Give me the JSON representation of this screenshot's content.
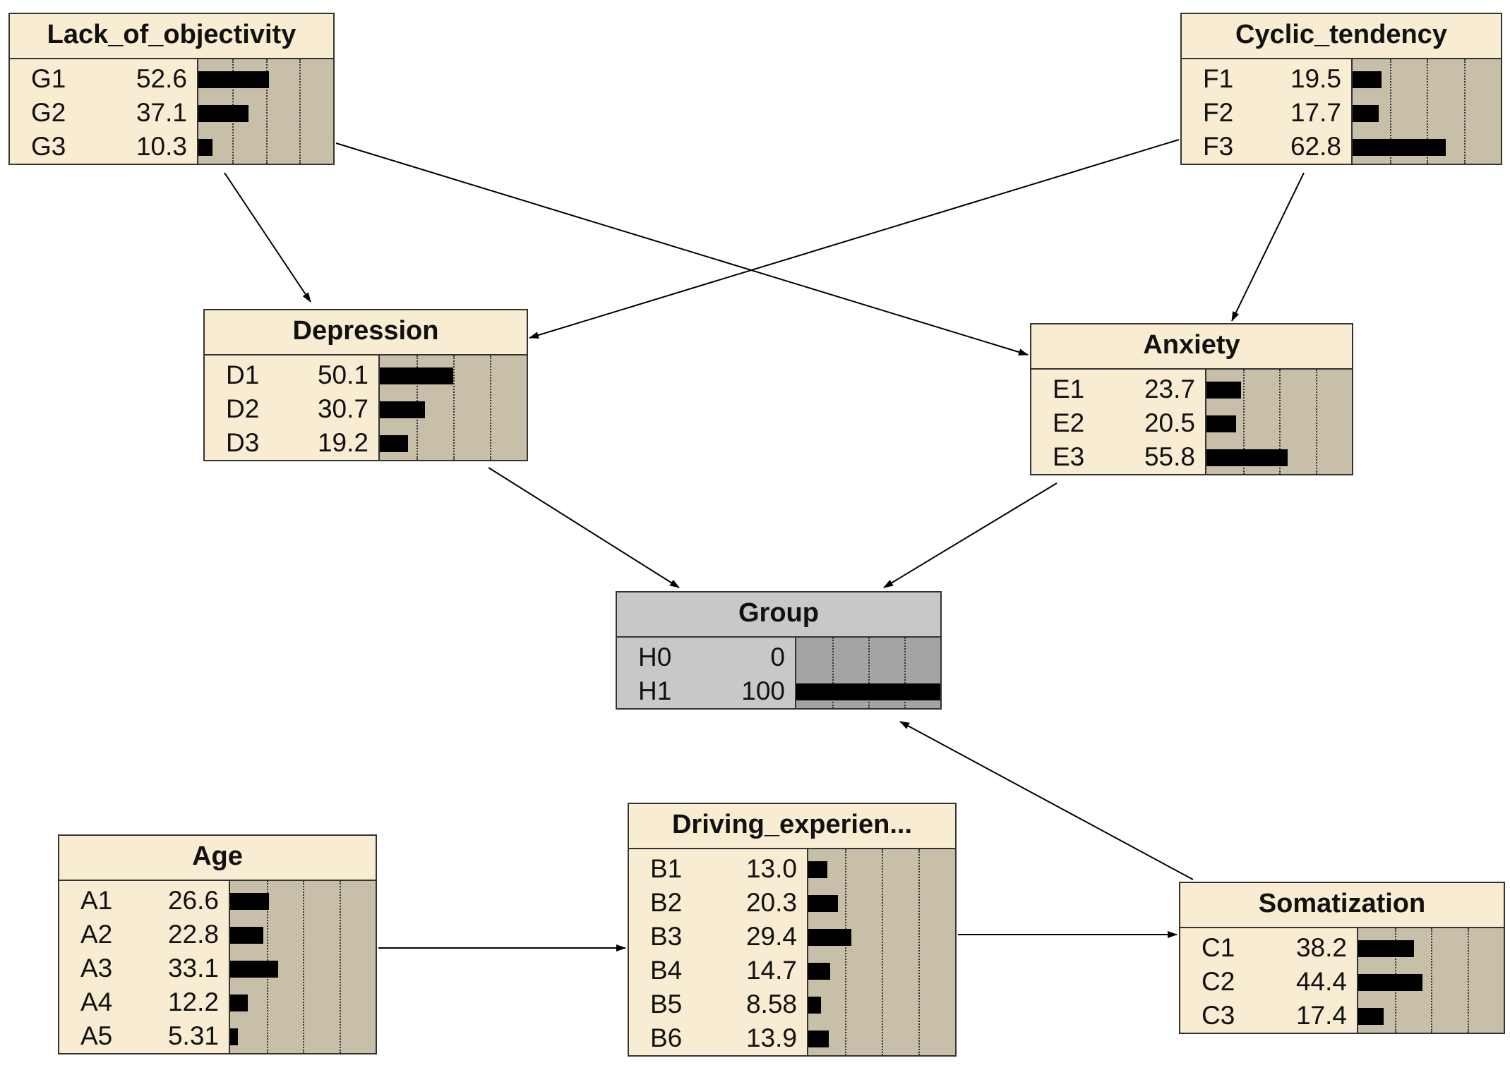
{
  "nodes": [
    {
      "id": "lack",
      "title": "Lack_of_objectivity",
      "evidence": false,
      "states": [
        {
          "label": "G1",
          "value": "52.6",
          "p": 52.6
        },
        {
          "label": "G2",
          "value": "37.1",
          "p": 37.1
        },
        {
          "label": "G3",
          "value": "10.3",
          "p": 10.3
        }
      ]
    },
    {
      "id": "cyclic",
      "title": "Cyclic_tendency",
      "evidence": false,
      "states": [
        {
          "label": "F1",
          "value": "19.5",
          "p": 19.5
        },
        {
          "label": "F2",
          "value": "17.7",
          "p": 17.7
        },
        {
          "label": "F3",
          "value": "62.8",
          "p": 62.8
        }
      ]
    },
    {
      "id": "depression",
      "title": "Depression",
      "evidence": false,
      "states": [
        {
          "label": "D1",
          "value": "50.1",
          "p": 50.1
        },
        {
          "label": "D2",
          "value": "30.7",
          "p": 30.7
        },
        {
          "label": "D3",
          "value": "19.2",
          "p": 19.2
        }
      ]
    },
    {
      "id": "anxiety",
      "title": "Anxiety",
      "evidence": false,
      "states": [
        {
          "label": "E1",
          "value": "23.7",
          "p": 23.7
        },
        {
          "label": "E2",
          "value": "20.5",
          "p": 20.5
        },
        {
          "label": "E3",
          "value": "55.8",
          "p": 55.8
        }
      ]
    },
    {
      "id": "group",
      "title": "Group",
      "evidence": true,
      "states": [
        {
          "label": "H0",
          "value": "0",
          "p": 0
        },
        {
          "label": "H1",
          "value": "100",
          "p": 100
        }
      ]
    },
    {
      "id": "age",
      "title": "Age",
      "evidence": false,
      "states": [
        {
          "label": "A1",
          "value": "26.6",
          "p": 26.6
        },
        {
          "label": "A2",
          "value": "22.8",
          "p": 22.8
        },
        {
          "label": "A3",
          "value": "33.1",
          "p": 33.1
        },
        {
          "label": "A4",
          "value": "12.2",
          "p": 12.2
        },
        {
          "label": "A5",
          "value": "5.31",
          "p": 5.31
        }
      ]
    },
    {
      "id": "driving",
      "title": "Driving_experien...",
      "evidence": false,
      "states": [
        {
          "label": "B1",
          "value": "13.0",
          "p": 13.0
        },
        {
          "label": "B2",
          "value": "20.3",
          "p": 20.3
        },
        {
          "label": "B3",
          "value": "29.4",
          "p": 29.4
        },
        {
          "label": "B4",
          "value": "14.7",
          "p": 14.7
        },
        {
          "label": "B5",
          "value": "8.58",
          "p": 8.58
        },
        {
          "label": "B6",
          "value": "13.9",
          "p": 13.9
        }
      ]
    },
    {
      "id": "somatization",
      "title": "Somatization",
      "evidence": false,
      "states": [
        {
          "label": "C1",
          "value": "38.2",
          "p": 38.2
        },
        {
          "label": "C2",
          "value": "44.4",
          "p": 44.4
        },
        {
          "label": "C3",
          "value": "17.4",
          "p": 17.4
        }
      ]
    }
  ],
  "edges": [
    {
      "from": "lack",
      "to": "depression"
    },
    {
      "from": "lack",
      "to": "anxiety"
    },
    {
      "from": "cyclic",
      "to": "depression"
    },
    {
      "from": "cyclic",
      "to": "anxiety"
    },
    {
      "from": "depression",
      "to": "group"
    },
    {
      "from": "anxiety",
      "to": "group"
    },
    {
      "from": "somatization",
      "to": "group"
    },
    {
      "from": "age",
      "to": "driving"
    },
    {
      "from": "driving",
      "to": "somatization"
    }
  ]
}
